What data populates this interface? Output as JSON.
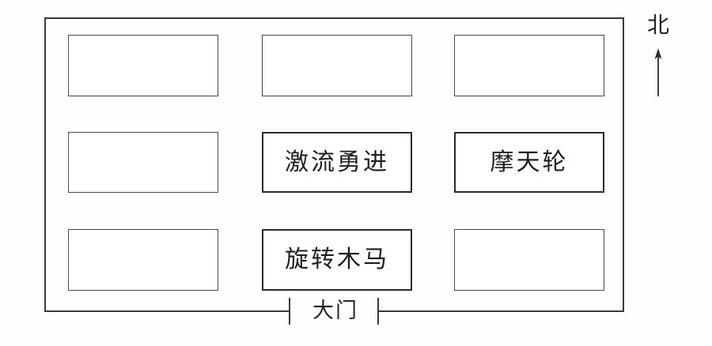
{
  "diagram": {
    "type": "amusement-park-plan",
    "title_visible": false,
    "background_color": "#fefefe",
    "line_color": "#3a3a3a"
  },
  "compass": {
    "direction_label": "北",
    "arrow_icon": "arrow-up-icon",
    "points": "up"
  },
  "gate": {
    "label": "大门",
    "position": "bottom-center",
    "opening": true
  },
  "grid": {
    "rows": 3,
    "columns": 3,
    "plots": [
      {
        "row": 1,
        "col": 1,
        "label": "",
        "labeled": false
      },
      {
        "row": 1,
        "col": 2,
        "label": "",
        "labeled": false
      },
      {
        "row": 1,
        "col": 3,
        "label": "",
        "labeled": false
      },
      {
        "row": 2,
        "col": 1,
        "label": "",
        "labeled": false
      },
      {
        "row": 2,
        "col": 2,
        "label": "激流勇进",
        "labeled": true
      },
      {
        "row": 2,
        "col": 3,
        "label": "摩天轮",
        "labeled": true
      },
      {
        "row": 3,
        "col": 1,
        "label": "",
        "labeled": false
      },
      {
        "row": 3,
        "col": 2,
        "label": "旋转木马",
        "labeled": true
      },
      {
        "row": 3,
        "col": 3,
        "label": "",
        "labeled": false
      }
    ]
  }
}
